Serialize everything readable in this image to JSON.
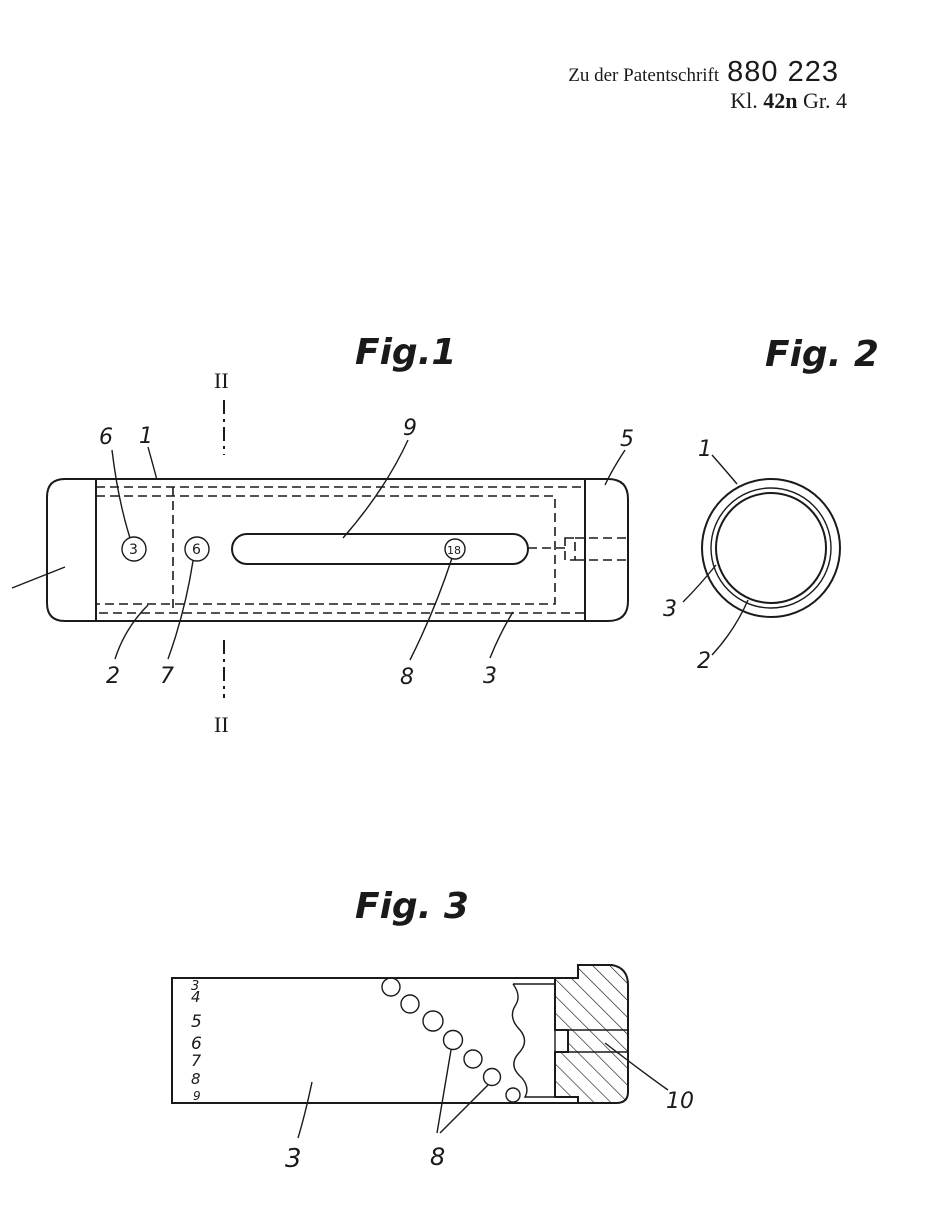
{
  "header": {
    "line1_text": "Zu der Patentschrift",
    "line1_number": "880 223",
    "line2_class_prefix": "Kl.",
    "line2_class": "42n",
    "line2_group": "Gr. 4"
  },
  "figures": {
    "fig1": {
      "title": "Fig.1",
      "section_mark_top": "II",
      "section_mark_bottom": "II",
      "labels": {
        "6": "6",
        "1": "1",
        "9": "9",
        "5": "5",
        "2": "2",
        "7": "7",
        "8": "8",
        "3": "3"
      },
      "window_numbers": {
        "left": "3",
        "middle": "6",
        "slot": "18"
      }
    },
    "fig2": {
      "title": "Fig. 2",
      "labels": {
        "1": "1",
        "3": "3",
        "2": "2"
      }
    },
    "fig3": {
      "title": "Fig. 3",
      "scale_numbers": [
        "3",
        "4",
        "5",
        "6",
        "7",
        "8",
        "9"
      ],
      "labels": {
        "3": "3",
        "8": "8",
        "10": "10"
      }
    }
  }
}
